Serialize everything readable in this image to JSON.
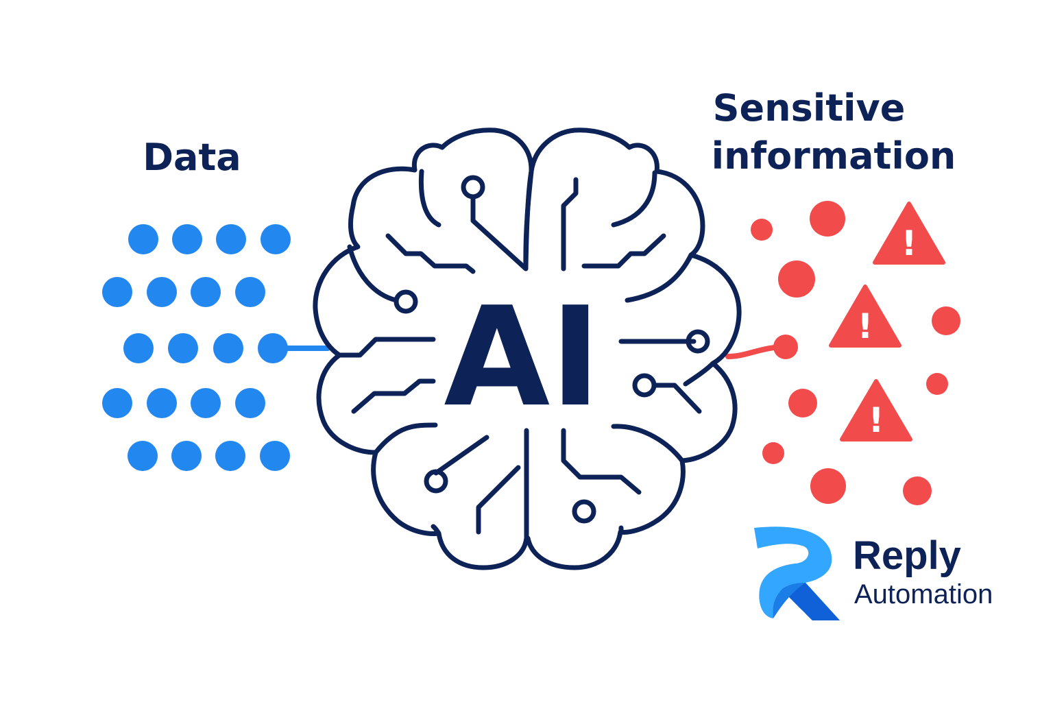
{
  "left_label": "Data",
  "right_label_line1": "Sensitive",
  "right_label_line2": "information",
  "center_label": "AI",
  "brand": {
    "name": "Reply",
    "subtitle": "Automation"
  },
  "warning_glyph": "!",
  "icons": [
    "brain-circuit-icon",
    "warning-icon",
    "reply-logo-icon"
  ],
  "colors": {
    "navy": "#0d2257",
    "data_blue": "#2288f0",
    "alert_red": "#f24b4b",
    "logo_blue_light": "#33a6ff",
    "logo_blue_dark": "#1060d8"
  }
}
